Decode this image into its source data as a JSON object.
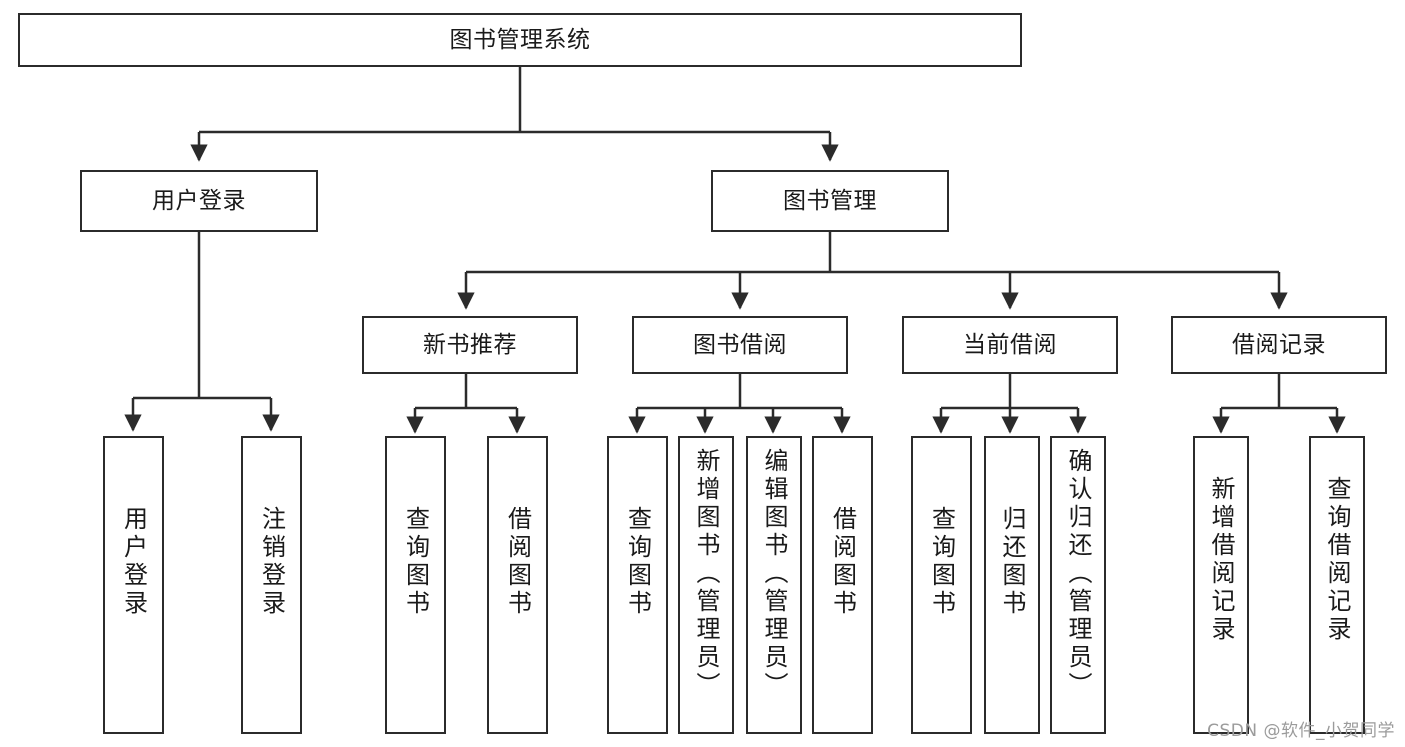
{
  "diagram": {
    "title": "图书管理系统",
    "watermark": "CSDN @软件_小贺同学",
    "colors": {
      "stroke": "#2b2b2b",
      "fill": "#ffffff",
      "text": "#1a1a1a",
      "watermark": "#9b9b9b"
    },
    "levels": {
      "root": {
        "label": "图书管理系统"
      },
      "level2": [
        {
          "label": "用户登录"
        },
        {
          "label": "图书管理"
        }
      ],
      "level3": [
        {
          "label": "新书推荐"
        },
        {
          "label": "图书借阅"
        },
        {
          "label": "当前借阅"
        },
        {
          "label": "借阅记录"
        }
      ],
      "leaves": [
        {
          "label": "用户登录",
          "parent": "用户登录"
        },
        {
          "label": "注销登录",
          "parent": "用户登录"
        },
        {
          "label": "查询图书",
          "parent": "新书推荐"
        },
        {
          "label": "借阅图书",
          "parent": "新书推荐"
        },
        {
          "label": "查询图书",
          "parent": "图书借阅"
        },
        {
          "label": "新增图书（管理员）",
          "parent": "图书借阅"
        },
        {
          "label": "编辑图书（管理员）",
          "parent": "图书借阅"
        },
        {
          "label": "借阅图书",
          "parent": "图书借阅"
        },
        {
          "label": "查询图书",
          "parent": "当前借阅"
        },
        {
          "label": "归还图书",
          "parent": "当前借阅"
        },
        {
          "label": "确认归还（管理员）",
          "parent": "当前借阅"
        },
        {
          "label": "新增借阅记录",
          "parent": "借阅记录"
        },
        {
          "label": "查询借阅记录",
          "parent": "借阅记录"
        }
      ]
    }
  }
}
